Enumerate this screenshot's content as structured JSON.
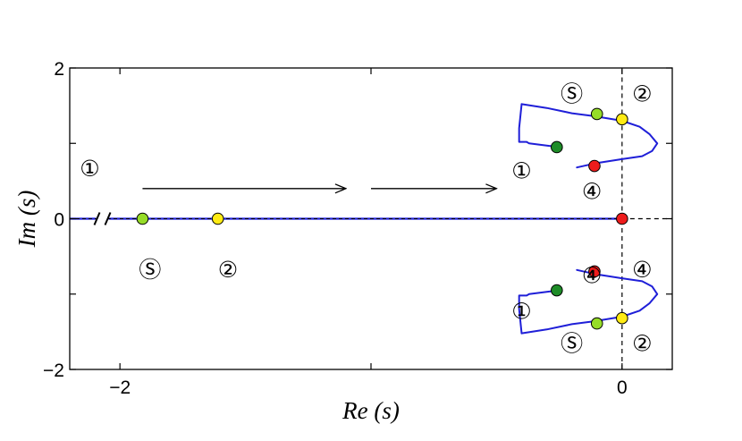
{
  "chart_data": {
    "type": "scatter",
    "title": "",
    "xlabel": "Re (s)",
    "ylabel": "Im (s)",
    "xlim": [
      -2.2,
      0.2
    ],
    "ylim": [
      -2,
      2
    ],
    "axis_break_at_x": -2.07,
    "grid": false,
    "xticks": [
      {
        "value": -2,
        "label": "−2"
      },
      {
        "value": 0,
        "label": "0"
      }
    ],
    "yticks": [
      {
        "value": 2,
        "label": "2"
      },
      {
        "value": 0,
        "label": "0"
      },
      {
        "value": -2,
        "label": "−2"
      }
    ],
    "colors": {
      "locus": "#1f1fd8",
      "axis": "#000000",
      "zero_line": "#000000",
      "S": "#96dc28",
      "1": "#1e8c28",
      "2": "#ffeb14",
      "4": "#ee1c1c"
    },
    "reference_lines": [
      {
        "type": "vertical",
        "x": 0,
        "style": "dashed",
        "from_y": 0,
        "to_y": 2
      },
      {
        "type": "vertical",
        "x": 0,
        "style": "dashed",
        "from_y": -2,
        "to_y": 0
      },
      {
        "type": "horizontal",
        "y": 0,
        "style": "dashed",
        "from_x": 0,
        "to_x": 0.2
      }
    ],
    "series": [
      {
        "kind": "locus",
        "points": [
          [
            -0.4,
            1.52
          ],
          [
            -0.3,
            1.47
          ],
          [
            -0.2,
            1.4
          ],
          [
            -0.11,
            1.36
          ],
          [
            0,
            1.3
          ],
          [
            0.07,
            1.22
          ],
          [
            0.11,
            1.12
          ],
          [
            0.14,
            1.0
          ],
          [
            0.12,
            0.9
          ],
          [
            0.08,
            0.83
          ],
          [
            0,
            0.79
          ],
          [
            -0.1,
            0.74
          ],
          [
            -0.18,
            0.68
          ]
        ]
      },
      {
        "kind": "locus",
        "points": [
          [
            -0.4,
            1.52
          ],
          [
            -0.41,
            1.2
          ],
          [
            -0.41,
            1.02
          ],
          [
            -0.38,
            1.02
          ],
          [
            -0.37,
            1.0
          ],
          [
            -0.3,
            0.97
          ],
          [
            -0.25,
            0.95
          ]
        ]
      },
      {
        "kind": "locus",
        "points": [
          [
            -0.4,
            -1.52
          ],
          [
            -0.3,
            -1.47
          ],
          [
            -0.2,
            -1.4
          ],
          [
            -0.11,
            -1.36
          ],
          [
            0,
            -1.3
          ],
          [
            0.07,
            -1.22
          ],
          [
            0.11,
            -1.12
          ],
          [
            0.14,
            -1.0
          ],
          [
            0.12,
            -0.9
          ],
          [
            0.08,
            -0.83
          ],
          [
            0,
            -0.79
          ],
          [
            -0.1,
            -0.74
          ],
          [
            -0.18,
            -0.68
          ]
        ]
      },
      {
        "kind": "locus",
        "points": [
          [
            -0.4,
            -1.52
          ],
          [
            -0.41,
            -1.2
          ],
          [
            -0.41,
            -1.02
          ],
          [
            -0.38,
            -1.02
          ],
          [
            -0.37,
            -1.0
          ],
          [
            -0.3,
            -0.97
          ],
          [
            -0.25,
            -0.95
          ]
        ]
      }
    ],
    "points": [
      {
        "id": "S",
        "x": -1.91,
        "y": 0
      },
      {
        "id": "2",
        "x": -1.61,
        "y": 0
      },
      {
        "id": "4",
        "x": 0,
        "y": 0
      },
      {
        "id": "S",
        "x": -0.1,
        "y": 1.39
      },
      {
        "id": "2",
        "x": 0,
        "y": 1.32
      },
      {
        "id": "1",
        "x": -0.26,
        "y": 0.95
      },
      {
        "id": "4",
        "x": -0.11,
        "y": 0.7
      },
      {
        "id": "S",
        "x": -0.1,
        "y": -1.39
      },
      {
        "id": "2",
        "x": 0,
        "y": -1.32
      },
      {
        "id": "1",
        "x": -0.26,
        "y": -0.95
      },
      {
        "id": "4",
        "x": -0.11,
        "y": -0.7
      }
    ],
    "arrows": [
      {
        "from": [
          -1.91,
          0.4
        ],
        "to": [
          -1.1,
          0.4
        ]
      },
      {
        "from": [
          -1.0,
          0.4
        ],
        "to": [
          -0.5,
          0.4
        ]
      }
    ],
    "annotations": [
      {
        "text": "①",
        "x": -2.12,
        "y": 0.67
      },
      {
        "text": "Ⓢ",
        "x": -1.88,
        "y": -0.67
      },
      {
        "text": "②",
        "x": -1.57,
        "y": -0.67
      },
      {
        "text": "④",
        "x": 0.08,
        "y": -0.67
      },
      {
        "text": "Ⓢ",
        "x": -0.2,
        "y": 1.66
      },
      {
        "text": "②",
        "x": 0.08,
        "y": 1.66
      },
      {
        "text": "①",
        "x": -0.4,
        "y": 0.64
      },
      {
        "text": "④",
        "x": -0.12,
        "y": 0.37
      },
      {
        "text": "④",
        "x": -0.12,
        "y": -0.75
      },
      {
        "text": "①",
        "x": -0.4,
        "y": -1.22
      },
      {
        "text": "Ⓢ",
        "x": -0.2,
        "y": -1.65
      },
      {
        "text": "②",
        "x": 0.08,
        "y": -1.65
      }
    ]
  }
}
